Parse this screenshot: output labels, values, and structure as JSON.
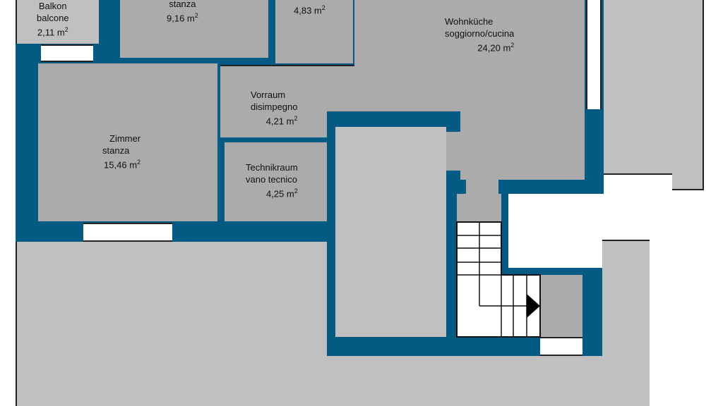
{
  "rooms": [
    {
      "name_de": "Balkon",
      "name_it": "balcone",
      "area": "2,11 m",
      "unit_sup": "2"
    },
    {
      "name_it": "stanza",
      "area": "9,16 m",
      "unit_sup": "2"
    },
    {
      "area": "4,83 m",
      "unit_sup": "2"
    },
    {
      "name_de": "Wohnküche",
      "name_it": "soggiorno/cucina",
      "area": "24,20 m",
      "unit_sup": "2"
    },
    {
      "name_de": "Vorraum",
      "name_it": "disimpegno",
      "area": "4,21 m",
      "unit_sup": "2"
    },
    {
      "name_de": "Zimmer",
      "name_it": "stanza",
      "area": "15,46 m",
      "unit_sup": "2"
    },
    {
      "name_de": "Technikraum",
      "name_it": "vano tecnico",
      "area": "4,25 m",
      "unit_sup": "2"
    }
  ],
  "colors": {
    "wall": "#035a82",
    "room": "#ababab",
    "outdoor": "#c0c0c0"
  }
}
